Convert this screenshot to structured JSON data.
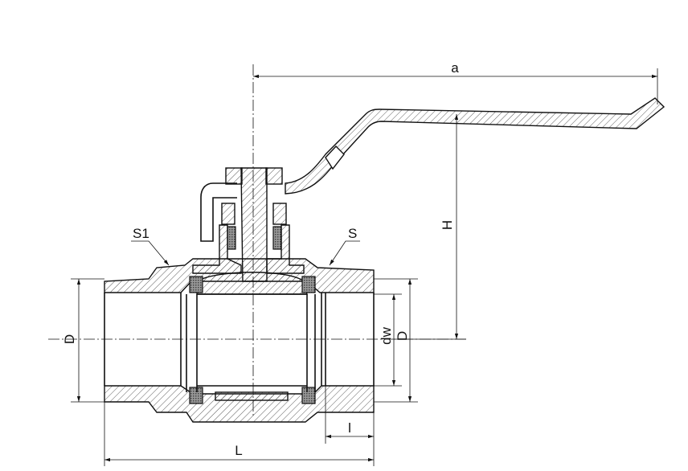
{
  "drawing": {
    "title": "Ball valve dimension drawing",
    "labels": {
      "a": "a",
      "H": "H",
      "S1": "S1",
      "S": "S",
      "D_left": "D",
      "dw": "dw",
      "D_right": "D",
      "l": "l",
      "L": "L"
    }
  }
}
